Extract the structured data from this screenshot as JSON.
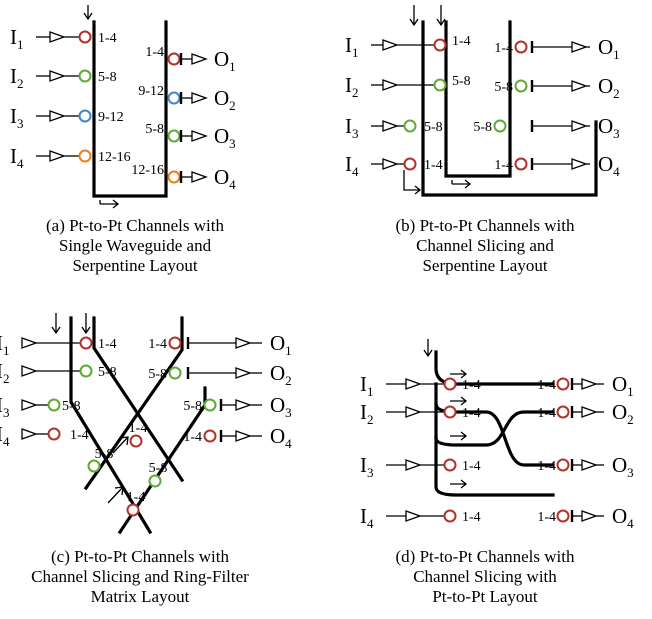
{
  "colors": {
    "red": "#b3312b",
    "green": "#5faa32",
    "blue": "#3f86d0",
    "orange": "#ef7d1a"
  },
  "panel_a": {
    "inputs": [
      {
        "letter": "I",
        "sub": "1",
        "wl": "1-4",
        "color": "red"
      },
      {
        "letter": "I",
        "sub": "2",
        "wl": "5-8",
        "color": "green"
      },
      {
        "letter": "I",
        "sub": "3",
        "wl": "9-12",
        "color": "blue"
      },
      {
        "letter": "I",
        "sub": "4",
        "wl": "12-16",
        "color": "orange"
      }
    ],
    "outputs": [
      {
        "letter": "O",
        "sub": "1",
        "wl": "1-4",
        "color": "red"
      },
      {
        "letter": "O",
        "sub": "2",
        "wl": "9-12",
        "color": "blue"
      },
      {
        "letter": "O",
        "sub": "3",
        "wl": "5-8",
        "color": "green"
      },
      {
        "letter": "O",
        "sub": "4",
        "wl": "12-16",
        "color": "orange"
      }
    ],
    "caption": [
      "(a) Pt-to-Pt Channels with",
      "Single Waveguide and",
      "Serpentine Layout"
    ]
  },
  "panel_b": {
    "inputs": [
      {
        "letter": "I",
        "sub": "1",
        "wl": "1-4",
        "color": "red"
      },
      {
        "letter": "I",
        "sub": "2",
        "wl": "5-8",
        "color": "green"
      },
      {
        "letter": "I",
        "sub": "3",
        "wl": "5-8",
        "color": "green"
      },
      {
        "letter": "I",
        "sub": "4",
        "wl": "1-4",
        "color": "red"
      }
    ],
    "outputs": [
      {
        "letter": "O",
        "sub": "1",
        "wl": "1-4",
        "color": "red"
      },
      {
        "letter": "O",
        "sub": "2",
        "wl": "5-8",
        "color": "green"
      },
      {
        "letter": "O",
        "sub": "3",
        "wl": "5-8",
        "color": "green"
      },
      {
        "letter": "O",
        "sub": "4",
        "wl": "1-4",
        "color": "red"
      }
    ],
    "caption": [
      "(b) Pt-to-Pt Channels with",
      "Channel Slicing and",
      "Serpentine Layout"
    ]
  },
  "panel_c": {
    "inputs": [
      {
        "letter": "I",
        "sub": "1",
        "wl": "1-4",
        "color": "red"
      },
      {
        "letter": "I",
        "sub": "2",
        "wl": "5-8",
        "color": "green"
      },
      {
        "letter": "I",
        "sub": "3",
        "wl": "5-8",
        "color": "green"
      },
      {
        "letter": "I",
        "sub": "4",
        "wl": "1-4",
        "color": "red"
      }
    ],
    "outputs": [
      {
        "letter": "O",
        "sub": "1",
        "wl": "1-4",
        "color": "red"
      },
      {
        "letter": "O",
        "sub": "2",
        "wl": "5-8",
        "color": "green"
      },
      {
        "letter": "O",
        "sub": "3",
        "wl": "5-8",
        "color": "green"
      },
      {
        "letter": "O",
        "sub": "4",
        "wl": "1-4",
        "color": "red"
      }
    ],
    "matrix_rings": [
      {
        "wl": "1-4",
        "color": "red"
      },
      {
        "wl": "5-8",
        "color": "green"
      },
      {
        "wl": "5-8",
        "color": "green"
      },
      {
        "wl": "1-4",
        "color": "red"
      }
    ],
    "caption": [
      "(c) Pt-to-Pt Channels with",
      "Channel Slicing and Ring-Filter",
      "Matrix Layout"
    ]
  },
  "panel_d": {
    "inputs": [
      {
        "letter": "I",
        "sub": "1",
        "wl": "1-4",
        "color": "red"
      },
      {
        "letter": "I",
        "sub": "2",
        "wl": "1-4",
        "color": "red"
      },
      {
        "letter": "I",
        "sub": "3",
        "wl": "1-4",
        "color": "red"
      },
      {
        "letter": "I",
        "sub": "4",
        "wl": "1-4",
        "color": "red"
      }
    ],
    "outputs": [
      {
        "letter": "O",
        "sub": "1",
        "wl": "1-4",
        "color": "red"
      },
      {
        "letter": "O",
        "sub": "2",
        "wl": "1-4",
        "color": "red"
      },
      {
        "letter": "O",
        "sub": "3",
        "wl": "1-4",
        "color": "red"
      },
      {
        "letter": "O",
        "sub": "4",
        "wl": "1-4",
        "color": "red"
      }
    ],
    "caption": [
      "(d) Pt-to-Pt Channels with",
      "Channel Slicing with",
      "Pt-to-Pt Layout"
    ]
  }
}
